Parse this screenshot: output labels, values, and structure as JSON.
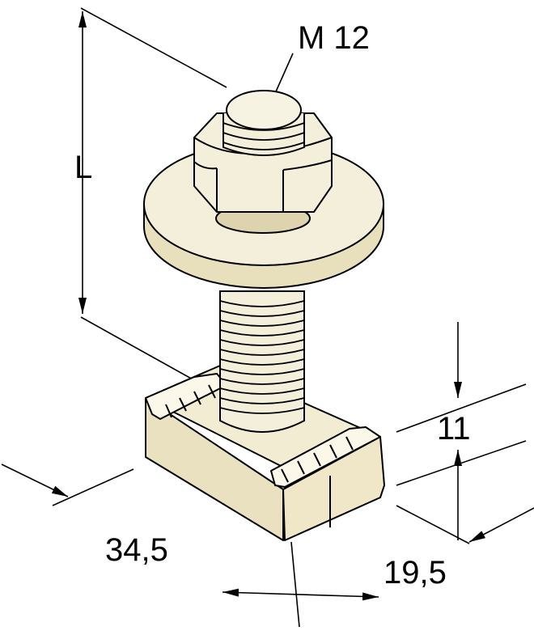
{
  "labels": {
    "thread": "M 12",
    "length": "L",
    "height": "11",
    "width": "34,5",
    "depth": "19,5"
  },
  "colors": {
    "line": "#000000",
    "part_fill": "#f2ecd2",
    "part_shade": "#e4dbb6",
    "background": "#ffffff"
  }
}
